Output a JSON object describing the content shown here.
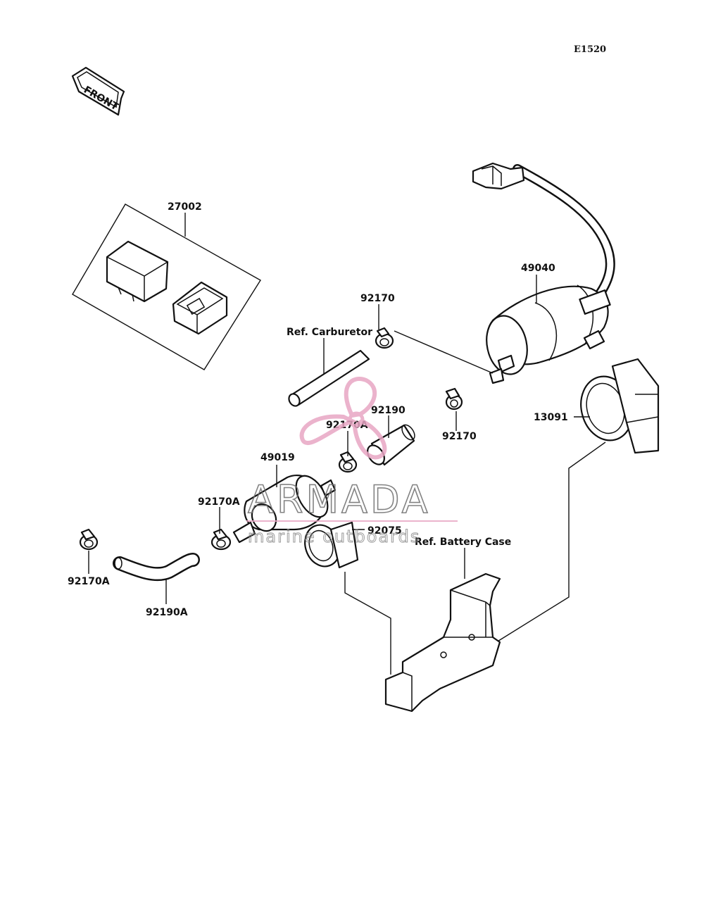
{
  "diagram_code": "E1520",
  "front_arrow": "FRONT",
  "labels": {
    "l27002": "27002",
    "l49040": "49040",
    "l92170_top": "92170",
    "ref_carburetor": "Ref. Carburetor",
    "l92190": "92190",
    "l92170A_mid": "92170A",
    "l92170_right": "92170",
    "l13091": "13091",
    "l49019": "49019",
    "l92170A_left": "92170A",
    "l92075": "92075",
    "ref_battery_case": "Ref. Battery  Case",
    "l92170A_far": "92170A",
    "l92190A": "92190A"
  },
  "watermark": {
    "brand": "ARMADA",
    "tagline": "marine outboards",
    "color": "#e8a6c4"
  }
}
